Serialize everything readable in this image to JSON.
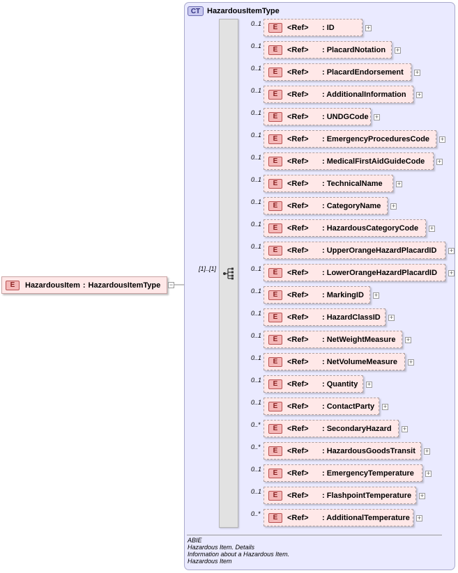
{
  "root": {
    "badge": "E",
    "name": "HazardousItem",
    "separator": ":",
    "type": "HazardousItemType",
    "multiplicity": "[1]..[1]"
  },
  "complex_type": {
    "badge": "CT",
    "name": "HazardousItemType"
  },
  "children": [
    {
      "mult": "0..1",
      "badge": "E",
      "ref": "<Ref>",
      "name": ": ID"
    },
    {
      "mult": "0..1",
      "badge": "E",
      "ref": "<Ref>",
      "name": ": PlacardNotation"
    },
    {
      "mult": "0..1",
      "badge": "E",
      "ref": "<Ref>",
      "name": ": PlacardEndorsement"
    },
    {
      "mult": "0..1",
      "badge": "E",
      "ref": "<Ref>",
      "name": ": AdditionalInformation"
    },
    {
      "mult": "0..1",
      "badge": "E",
      "ref": "<Ref>",
      "name": ": UNDGCode"
    },
    {
      "mult": "0..1",
      "badge": "E",
      "ref": "<Ref>",
      "name": ": EmergencyProceduresCode"
    },
    {
      "mult": "0..1",
      "badge": "E",
      "ref": "<Ref>",
      "name": ": MedicalFirstAidGuideCode"
    },
    {
      "mult": "0..1",
      "badge": "E",
      "ref": "<Ref>",
      "name": ": TechnicalName"
    },
    {
      "mult": "0..1",
      "badge": "E",
      "ref": "<Ref>",
      "name": ": CategoryName"
    },
    {
      "mult": "0..1",
      "badge": "E",
      "ref": "<Ref>",
      "name": ": HazardousCategoryCode"
    },
    {
      "mult": "0..1",
      "badge": "E",
      "ref": "<Ref>",
      "name": ": UpperOrangeHazardPlacardID"
    },
    {
      "mult": "0..1",
      "badge": "E",
      "ref": "<Ref>",
      "name": ": LowerOrangeHazardPlacardID"
    },
    {
      "mult": "0..1",
      "badge": "E",
      "ref": "<Ref>",
      "name": ": MarkingID"
    },
    {
      "mult": "0..1",
      "badge": "E",
      "ref": "<Ref>",
      "name": ": HazardClassID"
    },
    {
      "mult": "0..1",
      "badge": "E",
      "ref": "<Ref>",
      "name": ": NetWeightMeasure"
    },
    {
      "mult": "0..1",
      "badge": "E",
      "ref": "<Ref>",
      "name": ": NetVolumeMeasure"
    },
    {
      "mult": "0..1",
      "badge": "E",
      "ref": "<Ref>",
      "name": ": Quantity"
    },
    {
      "mult": "0..1",
      "badge": "E",
      "ref": "<Ref>",
      "name": ": ContactParty"
    },
    {
      "mult": "0..*",
      "badge": "E",
      "ref": "<Ref>",
      "name": ": SecondaryHazard"
    },
    {
      "mult": "0..*",
      "badge": "E",
      "ref": "<Ref>",
      "name": ": HazardousGoodsTransit"
    },
    {
      "mult": "0..1",
      "badge": "E",
      "ref": "<Ref>",
      "name": ": EmergencyTemperature"
    },
    {
      "mult": "0..1",
      "badge": "E",
      "ref": "<Ref>",
      "name": ": FlashpointTemperature"
    },
    {
      "mult": "0..*",
      "badge": "E",
      "ref": "<Ref>",
      "name": ": AdditionalTemperature"
    }
  ],
  "footer": {
    "lines": [
      "ABIE",
      "Hazardous Item. Details",
      "Information about a Hazardous Item.",
      "Hazardous Item"
    ]
  },
  "icons": {
    "expand": "plus-expand-icon",
    "collapse": "minus-collapse-icon",
    "sequence": "sequence-compositor-icon"
  },
  "colors": {
    "element_fill": "#ffe8e8",
    "element_badge": "#f4b8b8",
    "complex_type_fill": "#eaeaff",
    "sequence_fill": "#e2e2e2"
  }
}
